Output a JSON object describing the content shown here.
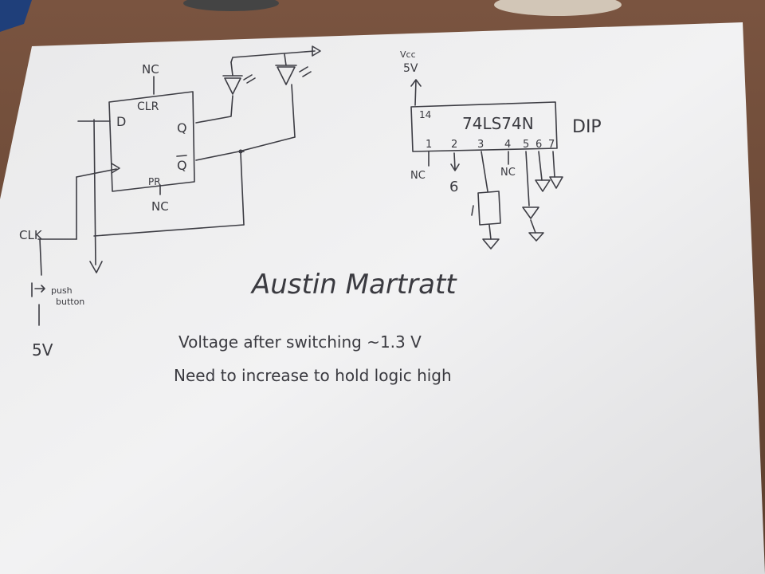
{
  "flipflop": {
    "nc_top": "NC",
    "clr": "CLR",
    "d": "D",
    "q": "Q",
    "qbar": "Q",
    "pr": "PR",
    "nc_bottom": "NC",
    "clk": "CLK",
    "push_button": "push\nbutton",
    "push_label_1": "push",
    "push_label_2": "button",
    "supply": "5V"
  },
  "chip": {
    "vcc": "Vcc",
    "vcc_voltage": "5V",
    "pin14": "14",
    "part_number": "74LS74N",
    "package": "DIP",
    "pins_bottom": [
      "1",
      "2",
      "3",
      "4",
      "5",
      "6",
      "7"
    ],
    "nc_pin1": "NC",
    "pin2_label": "6",
    "nc_pin4": "NC"
  },
  "signature": "Austin Martratt",
  "notes": [
    "Voltage after switching ~1.3 V",
    "Need to increase to hold logic high"
  ]
}
